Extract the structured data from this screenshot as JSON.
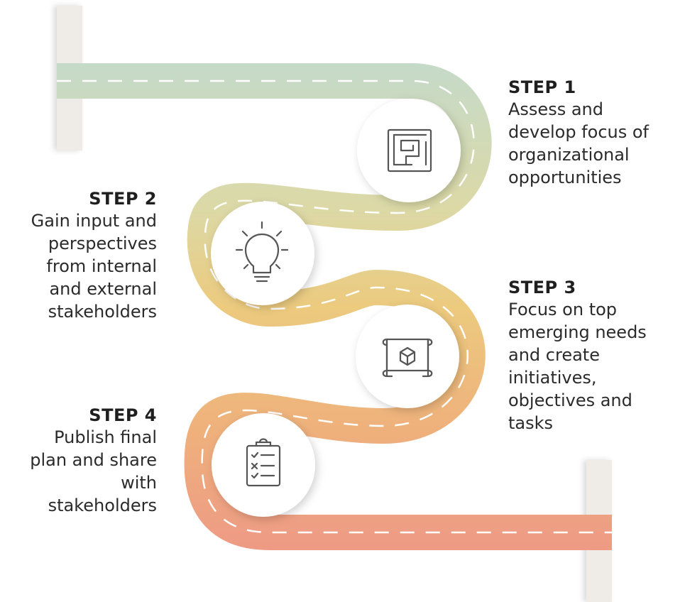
{
  "colors": {
    "road_top": "#c5dac9",
    "road_mid1": "#dcd9a6",
    "road_mid2": "#ecca7e",
    "road_mid3": "#efb17c",
    "road_bottom": "#ee9a85",
    "post": "#efebe6",
    "icon_stroke": "#555555"
  },
  "steps": [
    {
      "title": "STEP 1",
      "description": "Assess and\ndevelop focus of\norganizational\nopportunities",
      "icon": "maze-icon"
    },
    {
      "title": "STEP 2",
      "description": "Gain input and\nperspectives\nfrom internal\nand external\nstakeholders",
      "icon": "lightbulb-icon"
    },
    {
      "title": "STEP 3",
      "description": "Focus on top\nemerging needs\nand create\ninitiatives,\nobjectives and\ntasks",
      "icon": "blueprint-icon"
    },
    {
      "title": "STEP 4",
      "description": "Publish final\nplan and share\nwith\nstakeholders",
      "icon": "checklist-icon"
    }
  ]
}
